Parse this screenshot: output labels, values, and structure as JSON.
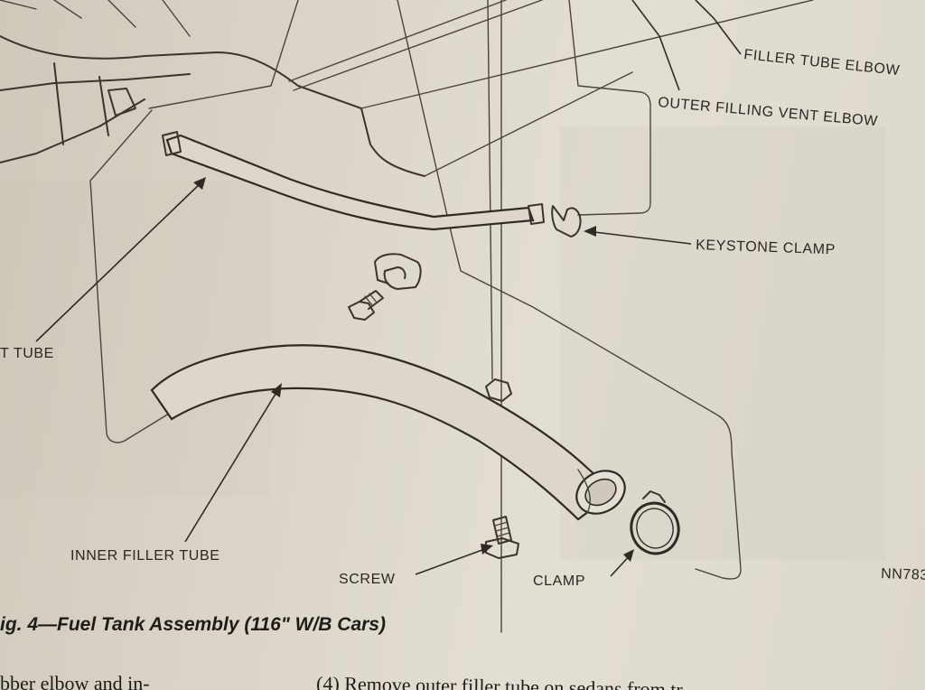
{
  "figure": {
    "caption": "ig. 4—Fuel Tank Assembly (116\" W/B Cars)",
    "reference_code": "NN783",
    "labels": {
      "filler_tube_elbow": "FILLER TUBE ELBOW",
      "outer_filling_vent_elbow": "OUTER FILLING VENT ELBOW",
      "keystone_clamp": "KEYSTONE CLAMP",
      "vent_tube": "T TUBE",
      "inner_filler_tube": "INNER FILLER TUBE",
      "screw": "SCREW",
      "clamp": "CLAMP"
    }
  },
  "body_text": {
    "left_fragment": "bber elbow and in-",
    "right_fragment": "(4)  Remove outer filler tube on sedans from tr"
  }
}
